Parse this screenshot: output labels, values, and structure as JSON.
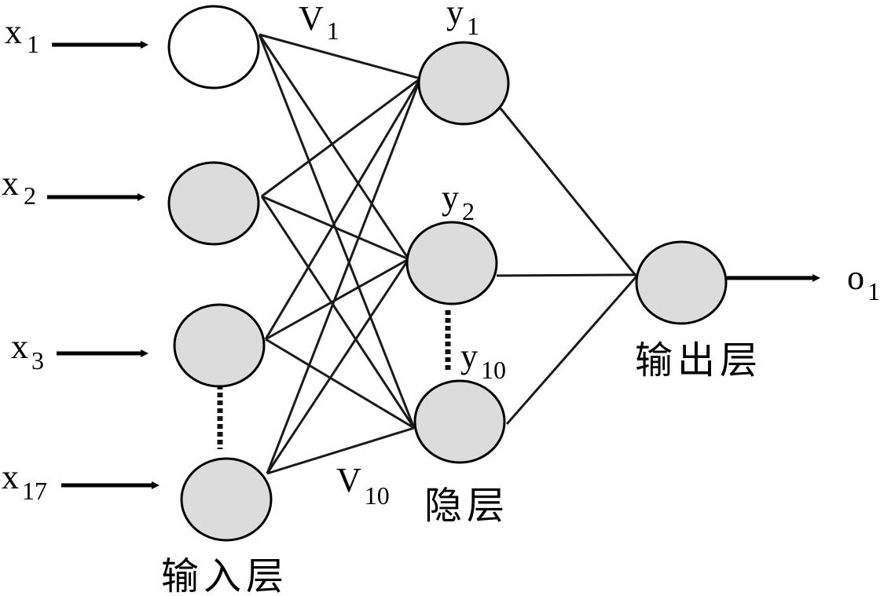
{
  "input_layer": {
    "label": "输入层",
    "nodes": [
      {
        "var": "x",
        "sub": "1",
        "fill": "#ffffff"
      },
      {
        "var": "x",
        "sub": "2",
        "fill": "#dcdcdc"
      },
      {
        "var": "x",
        "sub": "3",
        "fill": "#dcdcdc"
      },
      {
        "var": "x",
        "sub": "17",
        "fill": "#dcdcdc"
      }
    ]
  },
  "hidden_layer": {
    "label": "隐层",
    "nodes": [
      {
        "var": "y",
        "sub": "1",
        "fill": "#dcdcdc"
      },
      {
        "var": "y",
        "sub": "2",
        "fill": "#dcdcdc"
      },
      {
        "var": "y",
        "sub": "10",
        "fill": "#dcdcdc"
      }
    ]
  },
  "output_layer": {
    "label": "输出层",
    "nodes": [
      {
        "var": "o",
        "sub": "1",
        "fill": "#dcdcdc"
      }
    ]
  },
  "weights": {
    "first": {
      "var": "V",
      "sub": "1"
    },
    "last": {
      "var": "V",
      "sub": "10"
    }
  }
}
